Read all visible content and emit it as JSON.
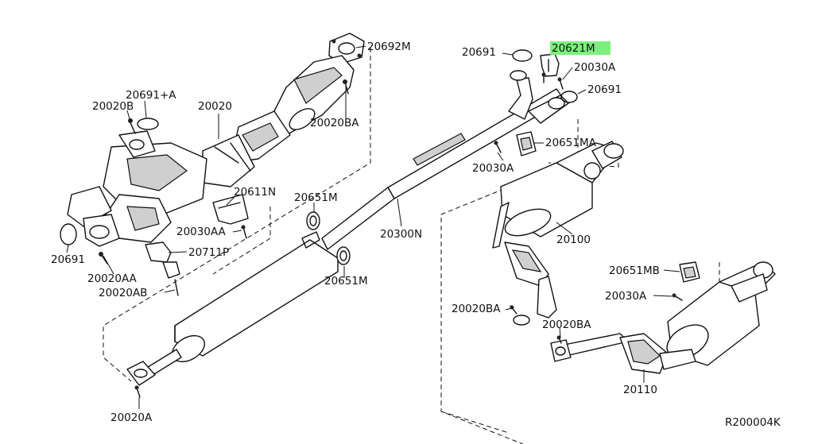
{
  "diagram": {
    "reference": "R200004K",
    "highlight_color": "#7CF07C",
    "highlighted_part": "20621M",
    "labels": [
      {
        "id": "20692M",
        "text": "20692M"
      },
      {
        "id": "20691-a",
        "text": "20691+A"
      },
      {
        "id": "20020b",
        "text": "20020B"
      },
      {
        "id": "20020",
        "text": "20020"
      },
      {
        "id": "20020ba-top",
        "text": "20020BA"
      },
      {
        "id": "20611n",
        "text": "20611N"
      },
      {
        "id": "20030aa",
        "text": "20030AA"
      },
      {
        "id": "20711p",
        "text": "20711P"
      },
      {
        "id": "20691-left",
        "text": "20691"
      },
      {
        "id": "20020aa",
        "text": "20020AA"
      },
      {
        "id": "20020ab",
        "text": "20020AB"
      },
      {
        "id": "20651m-top",
        "text": "20651M"
      },
      {
        "id": "20651m-bottom",
        "text": "20651M"
      },
      {
        "id": "20300n",
        "text": "20300N"
      },
      {
        "id": "20020a",
        "text": "20020A"
      },
      {
        "id": "20691-topleft",
        "text": "20691"
      },
      {
        "id": "20621m",
        "text": "20621M"
      },
      {
        "id": "20030a-top",
        "text": "20030A"
      },
      {
        "id": "20691-right",
        "text": "20691"
      },
      {
        "id": "20651ma",
        "text": "20651MA"
      },
      {
        "id": "20030a-mid",
        "text": "20030A"
      },
      {
        "id": "20100",
        "text": "20100"
      },
      {
        "id": "20651mb",
        "text": "20651MB"
      },
      {
        "id": "20030a-low",
        "text": "20030A"
      },
      {
        "id": "20020ba-left",
        "text": "20020BA"
      },
      {
        "id": "20020ba-right",
        "text": "20020BA"
      },
      {
        "id": "20110",
        "text": "20110"
      }
    ]
  }
}
